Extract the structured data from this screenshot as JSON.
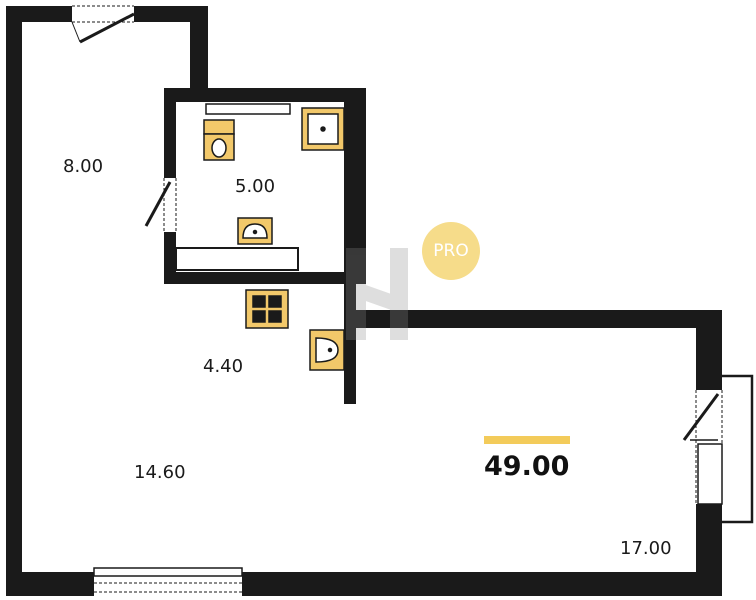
{
  "plan": {
    "rooms": {
      "hallway_area": "8.00",
      "bathroom_area": "5.00",
      "kitchen_area": "4.40",
      "living_area": "14.60",
      "room_area": "17.00"
    },
    "total_area": "49.00",
    "badge": "PRO"
  },
  "colors": {
    "wall": "#1a1a1a",
    "fixture_fill": "#f2c86a",
    "fixture_stroke": "#1a1a1a",
    "accent": "#f3cb5a",
    "badge": "#f6dc8a"
  },
  "icons": [
    "toilet-icon",
    "bathtub-icon",
    "washbasin-icon",
    "stove-icon",
    "kitchen-sink-icon",
    "door-icon",
    "window-icon",
    "watermark-logo"
  ]
}
